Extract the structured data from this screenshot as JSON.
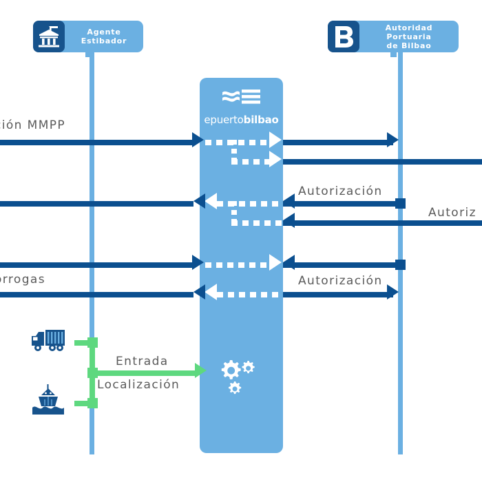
{
  "diagram": {
    "type": "sequence-flow-diagram",
    "colors": {
      "light_blue": "#6bb0e2",
      "dark_navy": "#17538c",
      "flow_blue": "#0b4f8f",
      "flow_green": "#5ed87f",
      "label_gray": "#5a5a5a",
      "white": "#ffffff",
      "background": "#ffffff"
    },
    "actors": [
      {
        "id": "agente-estibador",
        "title_line1": "Agente",
        "title_line2": "Estibador",
        "icon": "warehouse-building-icon"
      },
      {
        "id": "autoridad-portuaria",
        "title_line1": "Autoridad Portuaria",
        "title_line2": "de Bilbao",
        "icon": "letter-b-logo-icon"
      }
    ],
    "platform": {
      "name": "epuertobilbao",
      "wordmark_light": "epuerto",
      "wordmark_bold": "bilbao",
      "logo_icon": "waves-lines-icon",
      "process_icon": "gears-icon"
    },
    "endpoints": [
      {
        "id": "truck",
        "icon": "truck-icon",
        "label": ""
      },
      {
        "id": "ship",
        "icon": "ship-icon",
        "label": ""
      }
    ],
    "messages": [
      {
        "id": "m1",
        "label": "ción MMPP",
        "truncated": true,
        "direction": "right",
        "color": "#0b4f8f"
      },
      {
        "id": "m2",
        "label": "",
        "direction": "right",
        "color": "#0b4f8f"
      },
      {
        "id": "m3",
        "label": "Autorización",
        "direction": "left",
        "color": "#0b4f8f"
      },
      {
        "id": "m4",
        "label": "Autoriz",
        "truncated": true,
        "direction": "left",
        "color": "#0b4f8f"
      },
      {
        "id": "m5",
        "label": "órrogas",
        "truncated": true,
        "direction": "right",
        "color": "#0b4f8f"
      },
      {
        "id": "m6",
        "label": "Autorización",
        "direction": "left",
        "color": "#0b4f8f"
      },
      {
        "id": "m7",
        "label": "Entrada",
        "direction": "right",
        "color": "#5ed87f"
      },
      {
        "id": "m8",
        "label": "Localización",
        "direction": "right",
        "color": "#5ed87f"
      }
    ]
  }
}
